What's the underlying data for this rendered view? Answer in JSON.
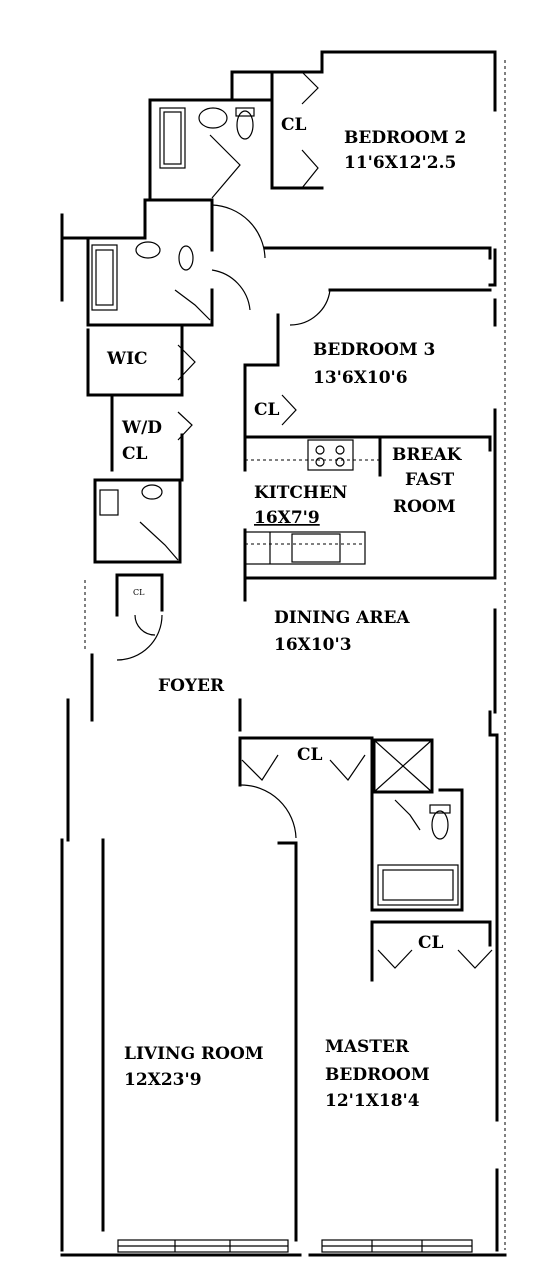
{
  "rooms": {
    "bedroom2": {
      "name": "BEDROOM 2",
      "size": "11'6X12'2.5"
    },
    "bedroom3": {
      "name": "BEDROOM 3",
      "size": "13'6X10'6"
    },
    "kitchen": {
      "name": "KITCHEN",
      "size": "16X7'9"
    },
    "breakfast": {
      "line1": "BREAK",
      "line2": "FAST",
      "line3": "ROOM"
    },
    "dining": {
      "name": "DINING AREA",
      "size": "16X10'3"
    },
    "foyer": {
      "name": "FOYER"
    },
    "living": {
      "name": "LIVING ROOM",
      "size": "12X23'9"
    },
    "master": {
      "line1": "MASTER",
      "line2": "BEDROOM",
      "size": "12'1X18'4"
    },
    "wic": {
      "name": "WIC"
    },
    "wd": {
      "line1": "W/D",
      "line2": "CL"
    }
  },
  "closets": {
    "cl_bed2": "CL",
    "cl_bed3": "CL",
    "cl_foyer": "CL",
    "cl_master": "CL",
    "cl_entry": "CL"
  }
}
